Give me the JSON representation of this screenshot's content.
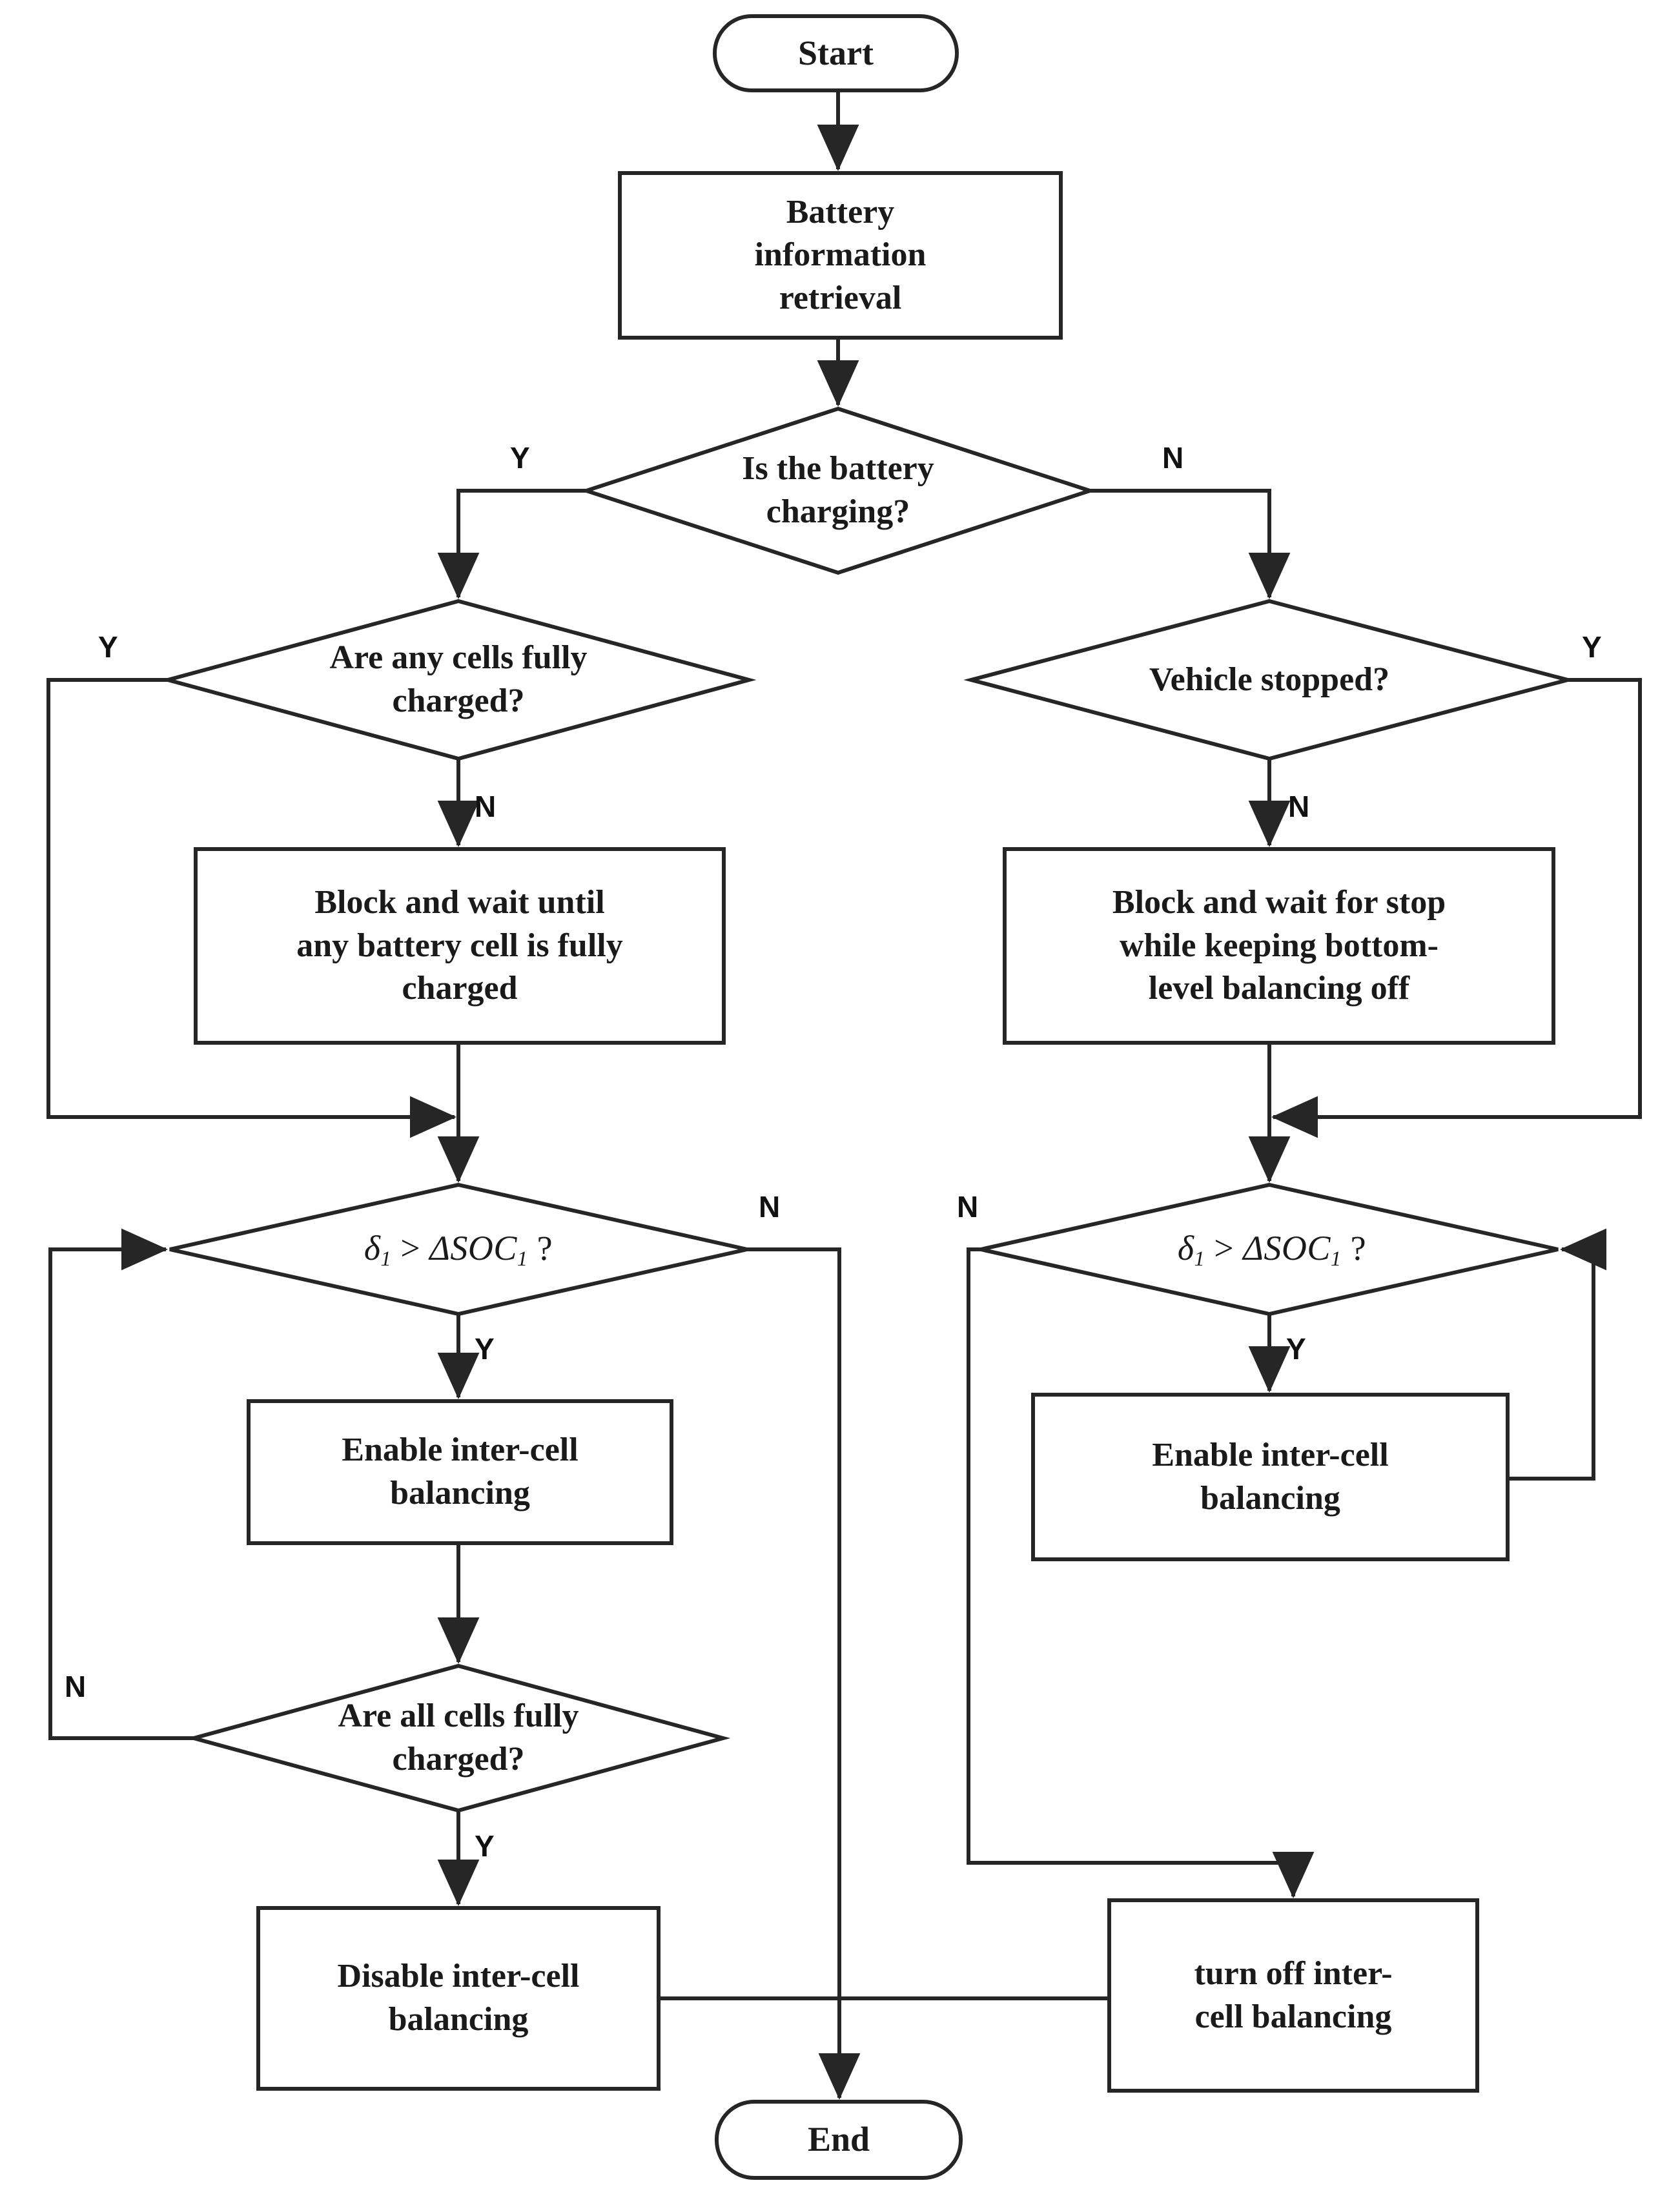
{
  "diagram": {
    "title": "Battery inter-cell balancing control flowchart",
    "colors": {
      "stroke": "#262626",
      "fill": "#ffffff",
      "text": "#1a1a1a"
    },
    "nodes": {
      "start": {
        "label": "Start",
        "shape": "terminator"
      },
      "battery_info": {
        "label": "Battery\ninformation\nretrieval",
        "shape": "process"
      },
      "is_charging": {
        "label": "Is the battery\ncharging?",
        "shape": "decision"
      },
      "any_cells_full": {
        "label": "Are any cells fully\ncharged?",
        "shape": "decision"
      },
      "vehicle_stopped": {
        "label": "Vehicle stopped?",
        "shape": "decision"
      },
      "block_wait_cell": {
        "label": "Block and wait until\nany battery cell is fully\ncharged",
        "shape": "process"
      },
      "block_wait_stop": {
        "label": "Block and wait for stop\nwhile keeping bottom-\nlevel balancing off",
        "shape": "process"
      },
      "soc_check_left": {
        "label": "δ₁ > ΔSOC₁ ?",
        "shape": "decision",
        "formula": true
      },
      "soc_check_right": {
        "label": "δ₁ > ΔSOC₁ ?",
        "shape": "decision",
        "formula": true
      },
      "enable_left": {
        "label": "Enable inter-cell\nbalancing",
        "shape": "process"
      },
      "enable_right": {
        "label": "Enable inter-cell\nbalancing",
        "shape": "process"
      },
      "all_cells_full": {
        "label": "Are all cells fully\ncharged?",
        "shape": "decision"
      },
      "disable_left": {
        "label": "Disable inter-cell\nbalancing",
        "shape": "process"
      },
      "turn_off_right": {
        "label": "turn off inter-\ncell balancing",
        "shape": "process"
      },
      "end": {
        "label": "End",
        "shape": "terminator"
      }
    },
    "formula_parts": {
      "delta": "δ",
      "sub_one": "1",
      "gt": ">",
      "delta_soc": "ΔSOC",
      "question": "?"
    },
    "edge_labels": [
      {
        "id": "charging-yes",
        "text": "Y"
      },
      {
        "id": "charging-no",
        "text": "N"
      },
      {
        "id": "anycells-yes",
        "text": "Y"
      },
      {
        "id": "anycells-no",
        "text": "N"
      },
      {
        "id": "vehicle-yes",
        "text": "Y"
      },
      {
        "id": "vehicle-no",
        "text": "N"
      },
      {
        "id": "socleft-no",
        "text": "N"
      },
      {
        "id": "socleft-yes",
        "text": "Y"
      },
      {
        "id": "socright-no",
        "text": "N"
      },
      {
        "id": "socright-yes",
        "text": "Y"
      },
      {
        "id": "allcells-no",
        "text": "N"
      },
      {
        "id": "allcells-yes",
        "text": "Y"
      }
    ]
  }
}
